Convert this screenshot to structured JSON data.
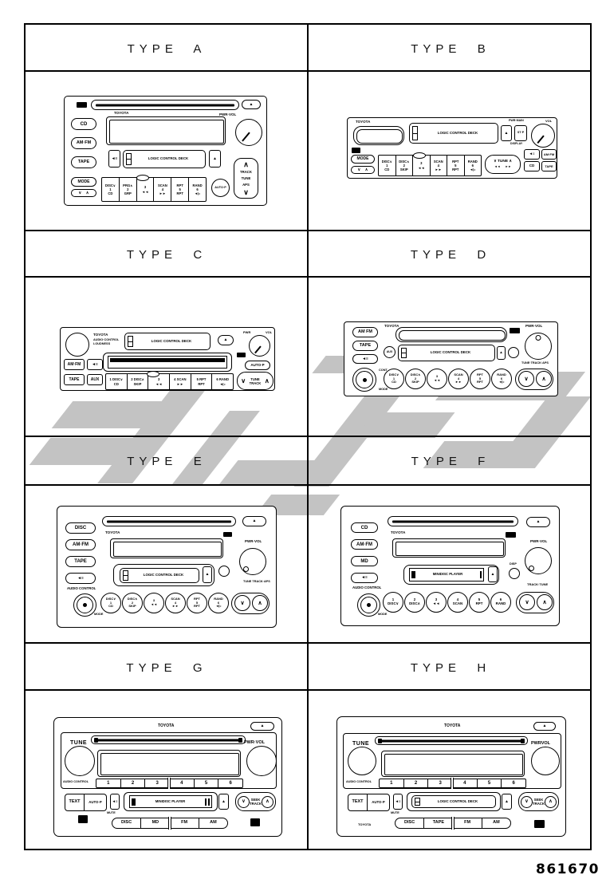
{
  "part_number": "861670",
  "headers": {
    "a": "TYPE  A",
    "b": "TYPE  B",
    "c": "TYPE  C",
    "d": "TYPE  D",
    "e": "TYPE  E",
    "f": "TYPE  F",
    "g": "TYPE  G",
    "h": "TYPE  H"
  },
  "radios": {
    "a": {
      "brand": "TOYOTA",
      "pwr": "PWR·VOL",
      "eject_top": "▲",
      "cd": "CD",
      "am_fm": "AM·FM",
      "tape": "TAPE",
      "mode": "MODE",
      "updown": "∨    ∧",
      "mute": "◄≡",
      "deck": "LOGIC CONTROL DECK",
      "eject_deck": "▲",
      "auto_p": "AUTO·P",
      "keys": [
        {
          "l1": "DISC∨",
          "l2": "1",
          "l3": "CD"
        },
        {
          "l1": "PRG∧",
          "l2": "2",
          "l3": "GRP"
        },
        {
          "l1": "3",
          "l2": "◄◄",
          "l3": ""
        },
        {
          "l1": "SCAN",
          "l2": "4",
          "l3": "►►"
        },
        {
          "l1": "RPT",
          "l2": "5",
          "l3": "RPT"
        },
        {
          "l1": "RAND",
          "l2": "6",
          "l3": "◄▷"
        }
      ],
      "rocker": {
        "up": "∧",
        "l1": "TRACK",
        "l2": "TUNE",
        "l3": "APS",
        "down": "∨"
      }
    },
    "b": {
      "brand": "TOYOTA",
      "deck": "LOGIC CONTROL DECK",
      "eject_deck": "▲",
      "stp": "ST·P",
      "pwr_main": "PWR·MAIN",
      "display": "DISPLAY",
      "vol": "VOL",
      "mode": "MODE",
      "updown": "∨    ∧",
      "mute": "◄≡",
      "am_fm": "AM·FM",
      "cd": "CD",
      "tape": "TAPE",
      "keys": [
        {
          "l1": "DISC∨",
          "l2": "1",
          "l3": "CD"
        },
        {
          "l1": "DISC∧",
          "l2": "2",
          "l3": "SKIP"
        },
        {
          "l1": "3",
          "l2": "◄◄",
          "l3": ""
        },
        {
          "l1": "SCAN",
          "l2": "4",
          "l3": "►►"
        },
        {
          "l1": "RPT",
          "l2": "5",
          "l3": "RPT"
        },
        {
          "l1": "RAND",
          "l2": "6",
          "l3": "◄▷"
        }
      ],
      "tune1": "∨ TUNE ∧",
      "tune2": "◄◄      ►►"
    },
    "c": {
      "brand": "TOYOTA",
      "sub1": "AUDIO·CONTROL",
      "sub2": "LOUDNESS",
      "deck": "LOGIC CONTROL DECK",
      "eject_deck": "▲",
      "pwr": "PWR",
      "vol": "VOL",
      "auto_p": "AUTO·P",
      "am_fm": "AM·FM",
      "mute": "◄≡",
      "tape": "TAPE",
      "aux": "AUX",
      "keys": [
        {
          "l1": "1 DISC∨",
          "l2": "CD"
        },
        {
          "l1": "2 DISC∧",
          "l2": "SKIP"
        },
        {
          "l1": "3",
          "l2": "◄◄"
        },
        {
          "l1": "4 SCAN",
          "l2": "►►"
        },
        {
          "l1": "5 RPT",
          "l2": "RPT"
        },
        {
          "l1": "6 RAND",
          "l2": "◄▷"
        }
      ],
      "rocker": {
        "down": "∨",
        "l1": "TUNE",
        "l2": "TRACK",
        "up": "∧"
      }
    },
    "d": {
      "brand": "TOYOTA",
      "pwr": "PWR·VOL",
      "am_fm": "AM FM",
      "tape": "TAPE",
      "mute": "◄≡",
      "aux": "AUX",
      "deck": "LOGIC CONTROL DECK",
      "eject_deck": "▲",
      "seek_label": "TUNE·TRACK·APS",
      "cont": "CONT",
      "mode": "MODE",
      "up": "∧",
      "down": "∨",
      "keys": [
        {
          "l1": "DISC∨",
          "l2": "1",
          "l3": "CD"
        },
        {
          "l1": "DISC∧",
          "l2": "2",
          "l3": "SKIP"
        },
        {
          "l1": "3",
          "l2": "◄◄",
          "l3": ""
        },
        {
          "l1": "SCAN",
          "l2": "4",
          "l3": "►►"
        },
        {
          "l1": "RPT",
          "l2": "5",
          "l3": "RPT"
        },
        {
          "l1": "RAND",
          "l2": "6",
          "l3": "◄▷"
        }
      ]
    },
    "e": {
      "brand": "TOYOTA",
      "pwr": "PWR·VOL",
      "eject_top": "▲",
      "disc": "DISC",
      "am_fm": "AM·FM",
      "tape": "TAPE",
      "mute": "◄≡",
      "audio_control": "AUDIO CONTROL",
      "deck": "LOGIC CONTROL DECK",
      "eject_deck": "▲",
      "seek_label": "TUNE TRACK·APS",
      "mode": "MODE",
      "up": "∧",
      "down": "∨",
      "keys": [
        {
          "l1": "DISC∨",
          "l2": "1",
          "l3": "CD"
        },
        {
          "l1": "DISC∧",
          "l2": "2",
          "l3": "SKIP"
        },
        {
          "l1": "3",
          "l2": "◄◄",
          "l3": ""
        },
        {
          "l1": "SCAN",
          "l2": "4",
          "l3": "►►"
        },
        {
          "l1": "RPT",
          "l2": "5",
          "l3": "RPT"
        },
        {
          "l1": "RAND",
          "l2": "6",
          "l3": "◄▷"
        }
      ]
    },
    "f": {
      "brand": "TOYOTA",
      "pwr": "PWR·VOL",
      "eject_top": "▲",
      "cd": "CD",
      "am_fm": "AM·FM",
      "md": "MD",
      "mute": "◄≡",
      "audio_control": "AUDIO CONTROL",
      "deck": "MINIDISC PLAYER",
      "eject_deck": "▲",
      "disp": "DISP",
      "seek_label": "TRACK·TUNE",
      "mode": "MODE",
      "up": "∧",
      "down": "∨",
      "keys": [
        {
          "l1": "1",
          "l2": "DISC∨"
        },
        {
          "l1": "2",
          "l2": "DISC∧"
        },
        {
          "l1": "3",
          "l2": "◄◄"
        },
        {
          "l1": "4",
          "l2": "SCAN"
        },
        {
          "l1": "5",
          "l2": "RPT"
        },
        {
          "l1": "6",
          "l2": "RAND"
        }
      ]
    },
    "g": {
      "brand": "TOYOTA",
      "eject_top": "▲",
      "tune": "TUNE",
      "pwr": "PWR·VOL",
      "audio_control": "AUDIO CONTROL",
      "text": "TEXT",
      "auto_p": "AUTO·P",
      "mute": "◄≡",
      "mute_label": "MUTE",
      "deck": "MINIDISC PLAYER",
      "eject_deck": "▲",
      "presets": [
        "1",
        "2",
        "3",
        "4",
        "5",
        "6"
      ],
      "bottom": [
        "DISC",
        "MD",
        "FM",
        "AM"
      ],
      "seek": {
        "down": "∨",
        "l1": "SEEK",
        "l2": "TRACK",
        "up": "∧"
      }
    },
    "h": {
      "brand": "TOYOTA",
      "brand_small": "TOYOTA",
      "eject_top": "▲",
      "tune": "TUNE",
      "pwr": "PWRVOL",
      "audio_control": "AUDIO CONTROL",
      "text": "TEXT",
      "auto_p": "AUTO·P",
      "mute": "◄≡",
      "mute_label": "MUTE",
      "deck": "LOGIC CONTROL DECK",
      "eject_deck": "▲",
      "presets": [
        "1",
        "2",
        "3",
        "4",
        "5",
        "6"
      ],
      "bottom": [
        "DISC",
        "TAPE",
        "FM",
        "AM"
      ],
      "seek": {
        "down": "∨",
        "l1": "SEEK",
        "l2": "TRACK",
        "up": "∧"
      }
    }
  }
}
